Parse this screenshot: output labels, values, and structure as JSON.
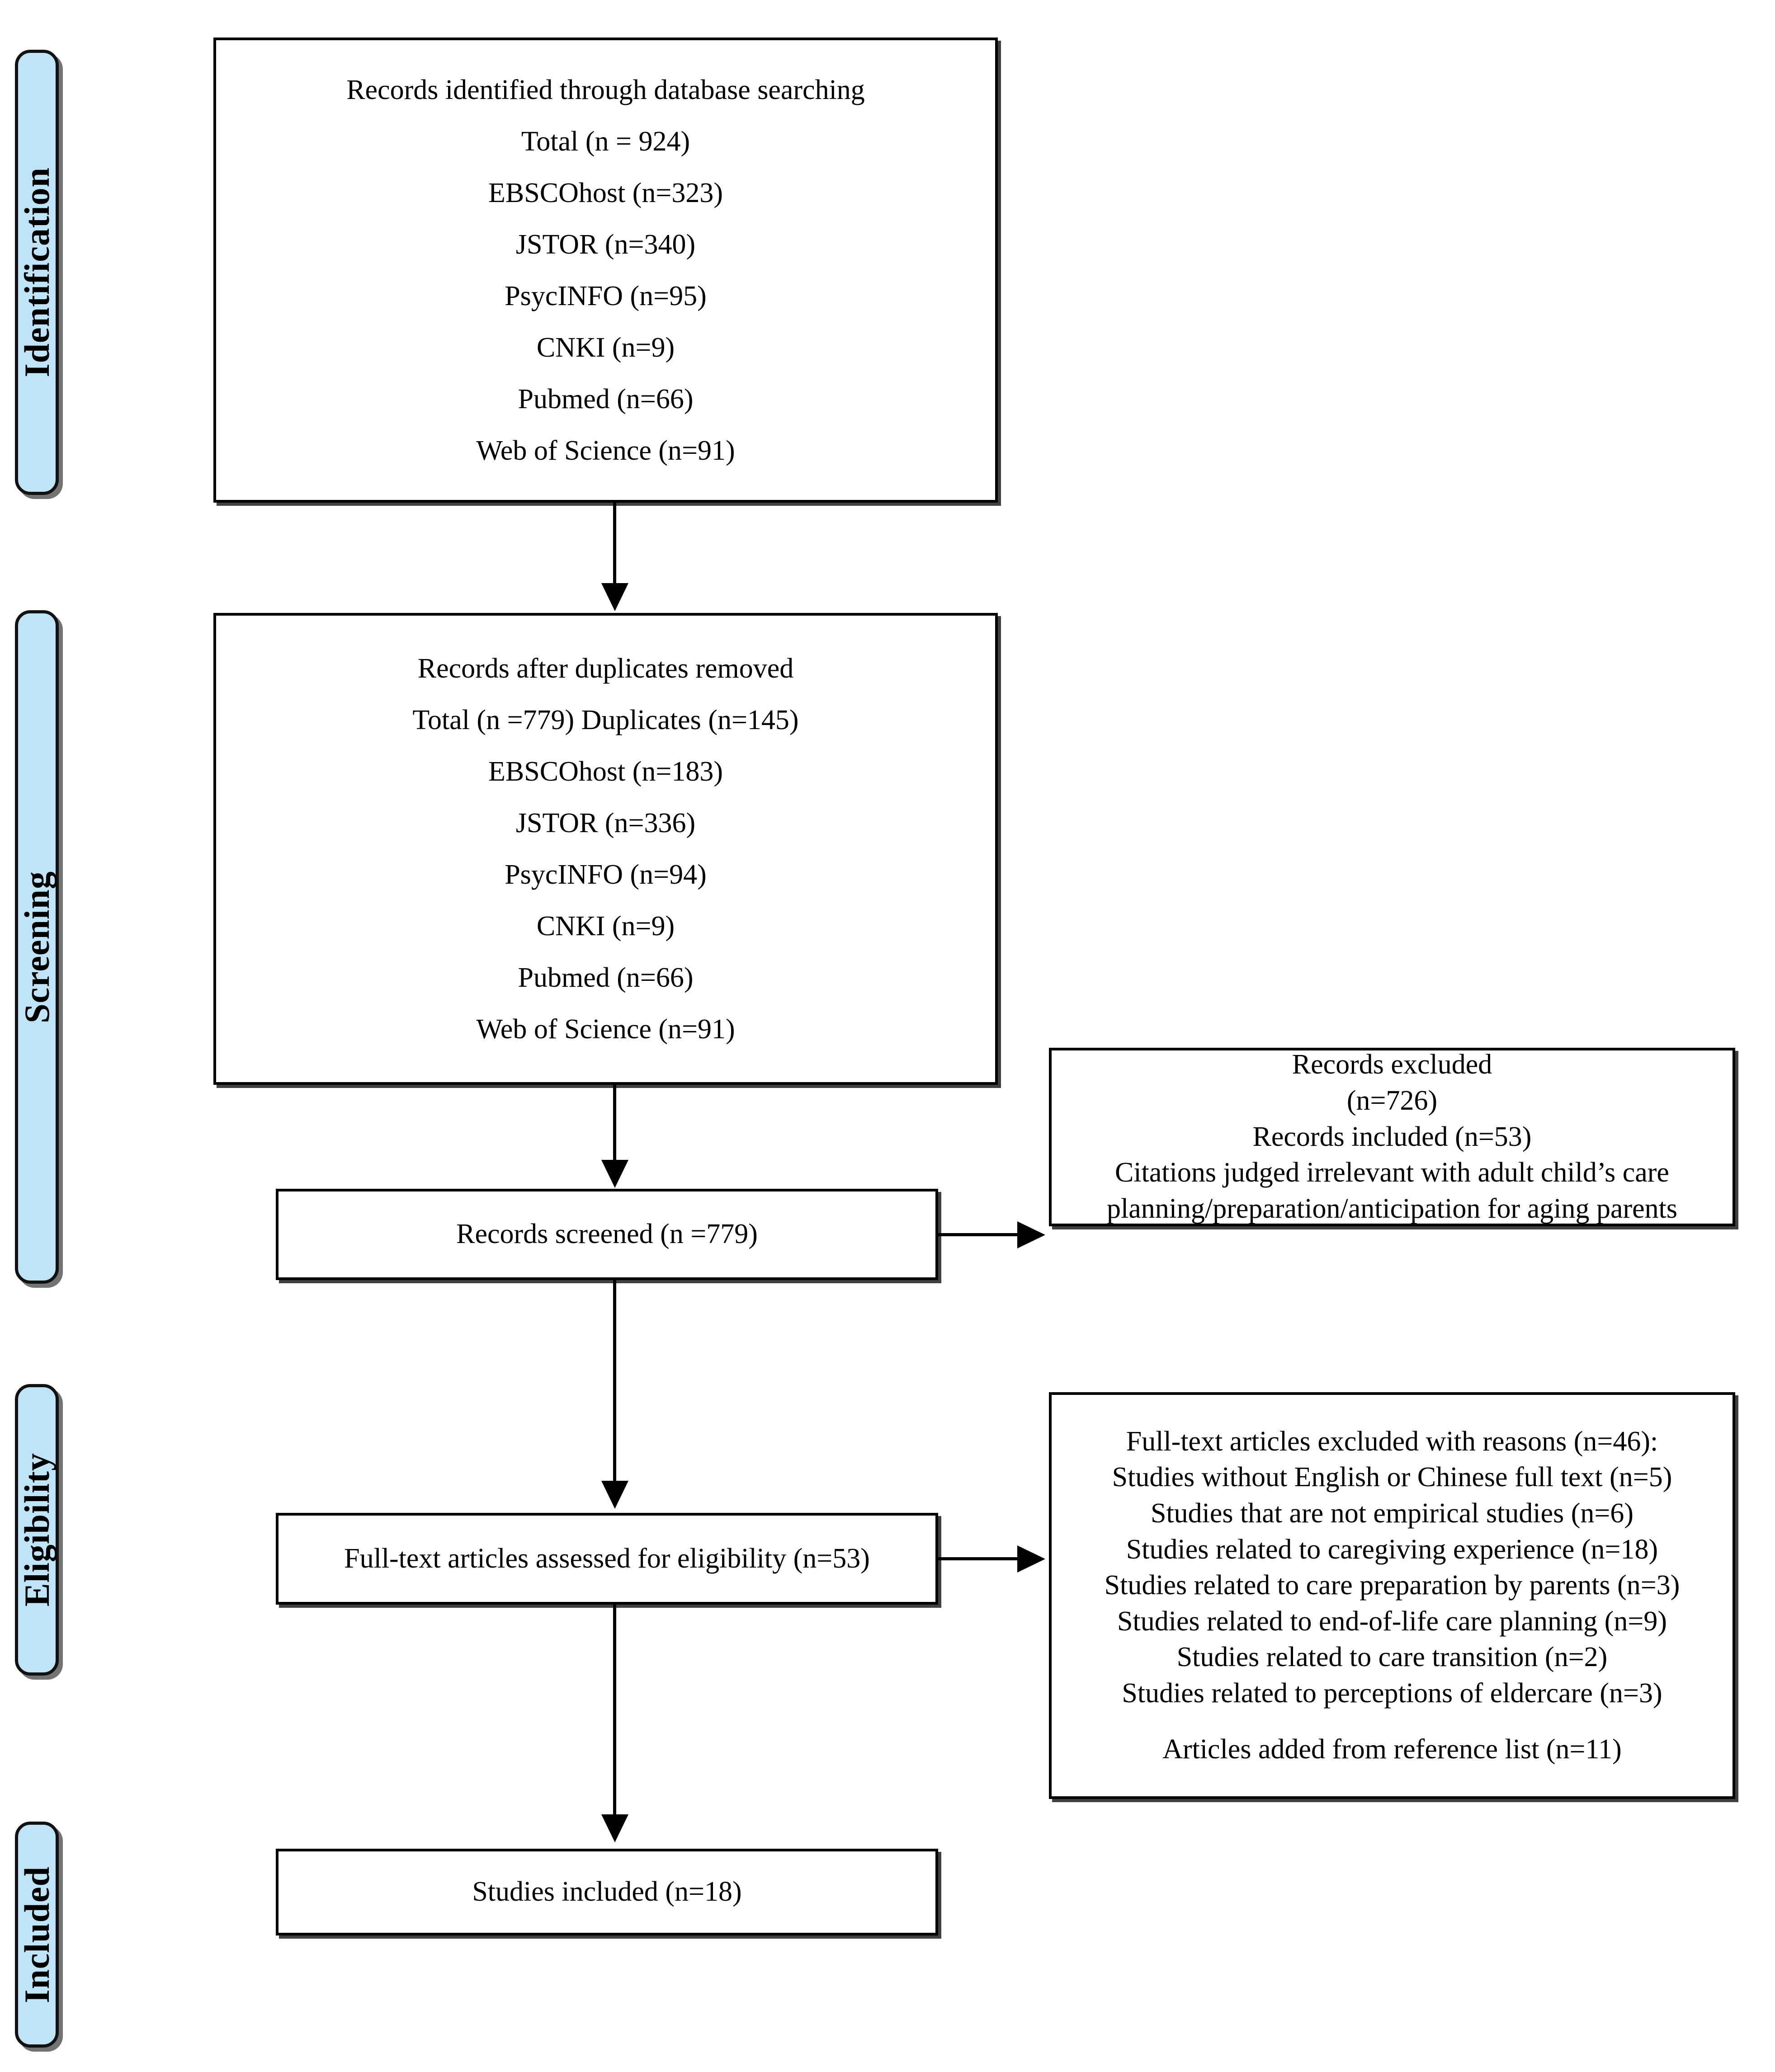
{
  "diagram": {
    "title": "PRISMA flow diagram",
    "accent_color": "#bfe4f8",
    "line_color": "#000000",
    "box_fill": "#ffffff"
  },
  "stages": [
    {
      "key": "identification",
      "label": "Identification"
    },
    {
      "key": "screening",
      "label": "Screening"
    },
    {
      "key": "eligibility",
      "label": "Eligibility"
    },
    {
      "key": "included",
      "label": "Included"
    }
  ],
  "boxes": {
    "identified": {
      "name": "records-identified-box",
      "lines": [
        "Records identified through database searching",
        "Total (n = 924)",
        "EBSCOhost (n=323)",
        "JSTOR (n=340)",
        "PsycINFO (n=95)",
        "CNKI (n=9)",
        "Pubmed (n=66)",
        "Web of Science (n=91)"
      ]
    },
    "after_duplicates": {
      "name": "records-after-duplicates-box",
      "lines": [
        "Records after duplicates removed",
        "Total (n =779) Duplicates (n=145)",
        "EBSCOhost (n=183)",
        "JSTOR (n=336)",
        "PsycINFO (n=94)",
        "CNKI (n=9)",
        "Pubmed (n=66)",
        "Web of Science (n=91)"
      ]
    },
    "screened": {
      "name": "records-screened-box",
      "lines": [
        "Records screened (n =779)"
      ]
    },
    "records_excluded": {
      "name": "records-excluded-box",
      "lines": [
        "Records excluded",
        "(n=726)",
        "Records included (n=53)",
        "Citations judged irrelevant with adult child’s care",
        "planning/preparation/anticipation for aging parents"
      ]
    },
    "fulltext_assessed": {
      "name": "fulltext-assessed-box",
      "lines": [
        "Full-text articles assessed for eligibility (n=53)"
      ]
    },
    "fulltext_excluded": {
      "name": "fulltext-excluded-box",
      "lines": [
        "Full-text articles excluded with reasons (n=46):",
        "Studies without English or Chinese full text (n=5)",
        "Studies that are not empirical studies (n=6)",
        "Studies related to caregiving experience (n=18)",
        "Studies related to care preparation by parents (n=3)",
        "Studies related to end-of-life care planning (n=9)",
        "Studies related to care transition (n=2)",
        "Studies related to perceptions of eldercare (n=3)",
        "",
        "Articles added from reference list (n=11)"
      ]
    },
    "studies_included": {
      "name": "studies-included-box",
      "lines": [
        "Studies included (n=18)"
      ]
    }
  },
  "chart_data": {
    "type": "diagram",
    "title": "PRISMA flow diagram",
    "nodes": [
      {
        "id": "identified",
        "stage": "Identification",
        "total": 924,
        "sources": {
          "EBSCOhost": 323,
          "JSTOR": 340,
          "PsycINFO": 95,
          "CNKI": 9,
          "Pubmed": 66,
          "Web of Science": 91
        }
      },
      {
        "id": "after_duplicates",
        "stage": "Screening",
        "total": 779,
        "duplicates": 145,
        "sources": {
          "EBSCOhost": 183,
          "JSTOR": 336,
          "PsycINFO": 94,
          "CNKI": 9,
          "Pubmed": 66,
          "Web of Science": 91
        }
      },
      {
        "id": "screened",
        "stage": "Screening",
        "total": 779
      },
      {
        "id": "records_excluded",
        "stage": "Screening",
        "excluded": 726,
        "included": 53
      },
      {
        "id": "fulltext_assessed",
        "stage": "Eligibility",
        "total": 53
      },
      {
        "id": "fulltext_excluded",
        "stage": "Eligibility",
        "excluded": 46,
        "added_from_reference_list": 11,
        "reasons": [
          {
            "reason": "Studies without English or Chinese full text",
            "n": 5
          },
          {
            "reason": "Studies that are not empirical studies",
            "n": 6
          },
          {
            "reason": "Studies related to caregiving experience",
            "n": 18
          },
          {
            "reason": "Studies related to care preparation by parents",
            "n": 3
          },
          {
            "reason": "Studies related to end-of-life care planning",
            "n": 9
          },
          {
            "reason": "Studies related to care transition",
            "n": 2
          },
          {
            "reason": "Studies related to perceptions of eldercare",
            "n": 3
          }
        ]
      },
      {
        "id": "studies_included",
        "stage": "Included",
        "total": 18
      }
    ],
    "edges": [
      {
        "from": "identified",
        "to": "after_duplicates",
        "direction": "down"
      },
      {
        "from": "after_duplicates",
        "to": "screened",
        "direction": "down"
      },
      {
        "from": "screened",
        "to": "records_excluded",
        "direction": "right"
      },
      {
        "from": "screened",
        "to": "fulltext_assessed",
        "direction": "down"
      },
      {
        "from": "fulltext_assessed",
        "to": "fulltext_excluded",
        "direction": "right"
      },
      {
        "from": "fulltext_assessed",
        "to": "studies_included",
        "direction": "down"
      }
    ]
  }
}
